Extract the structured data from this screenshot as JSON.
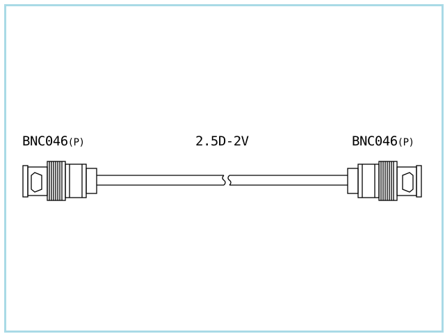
{
  "diagram": {
    "left_connector": {
      "name": "BNC046",
      "suffix": "(P)"
    },
    "cable": {
      "label": "2.5D-2V"
    },
    "right_connector": {
      "name": "BNC046",
      "suffix": "(P)"
    },
    "colors": {
      "frame": "#a9dae6",
      "line": "#000000",
      "background": "#ffffff"
    }
  }
}
